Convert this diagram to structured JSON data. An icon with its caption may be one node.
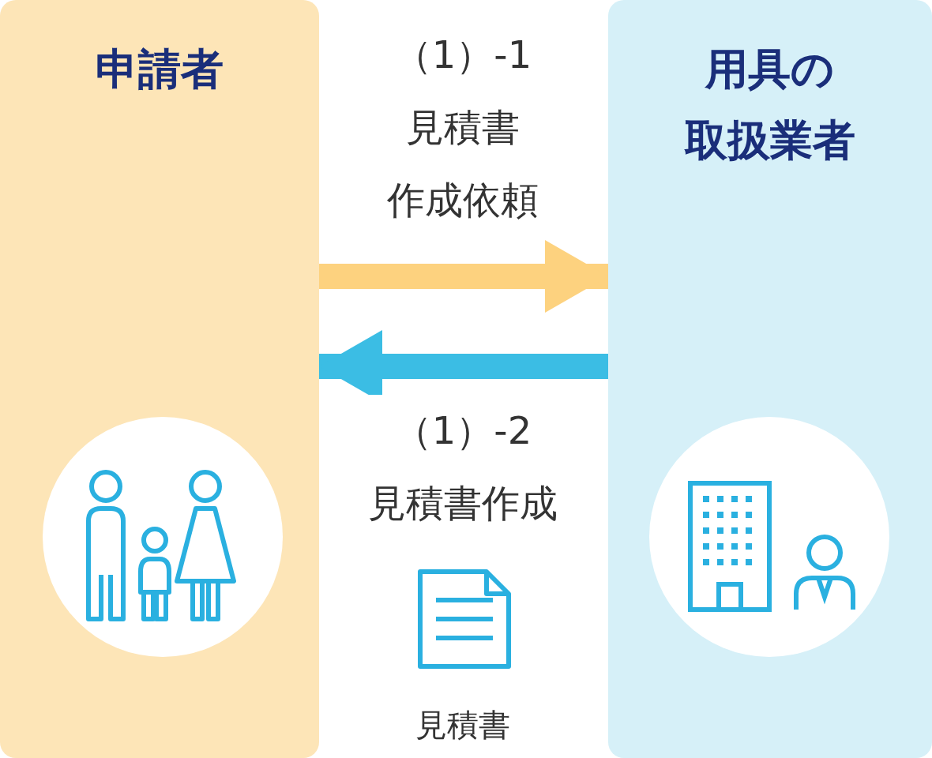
{
  "diagram": {
    "nodes": [
      {
        "text": [
          "申請者"
        ]
      },
      {
        "text": [
          "用具の取扱業者"
        ]
      }
    ],
    "edges": [
      {
        "from": 0,
        "to": 1,
        "arrow": "to",
        "label": "（1）-1見積書作成依頼",
        "color": "#fdd27f"
      },
      {
        "from": 1,
        "to": 0,
        "arrow": "to",
        "label": "（1）-2見積書作成",
        "color": "#3bbde4"
      }
    ],
    "labels": [
      "見積書"
    ]
  }
}
